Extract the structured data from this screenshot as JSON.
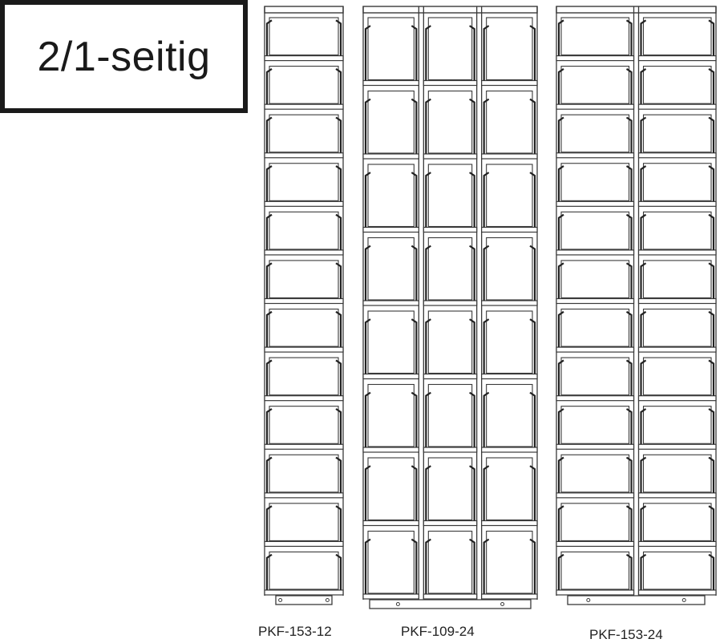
{
  "badge": {
    "label": "2/1-seitig"
  },
  "racks": [
    {
      "model": "PKF-153-12",
      "columns": 1,
      "shelves": 12
    },
    {
      "model": "PKF-109-24",
      "columns": 3,
      "shelves": 8
    },
    {
      "model": "PKF-153-24",
      "columns": 2,
      "shelves": 12
    }
  ],
  "colors": {
    "line": "#3a3a3a",
    "frame": "#222222",
    "background": "#ffffff"
  }
}
